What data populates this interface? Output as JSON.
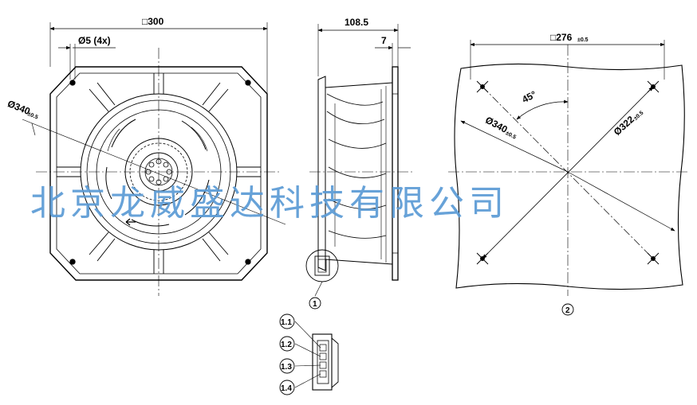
{
  "drawings": {
    "front": {
      "width_label": "□300",
      "hole_label": "Ø5 (4x)",
      "diameter_label": "Ø340",
      "diameter_tol": "±0.5"
    },
    "side": {
      "depth_label": "108.5",
      "flange_label": "7",
      "connector_callout": "1",
      "pin_labels": [
        "1.1",
        "1.2",
        "1.3",
        "1.4"
      ]
    },
    "cutout": {
      "width_label": "□276",
      "width_tol": "±0.5",
      "angle_label": "45°",
      "diameter_label": "Ø340",
      "diameter_tol": "±0.5",
      "diagonal_label": "Ø322",
      "diagonal_tol": "±0.5",
      "callout": "2"
    }
  },
  "watermark": "北京龙威盛达科技有限公司"
}
